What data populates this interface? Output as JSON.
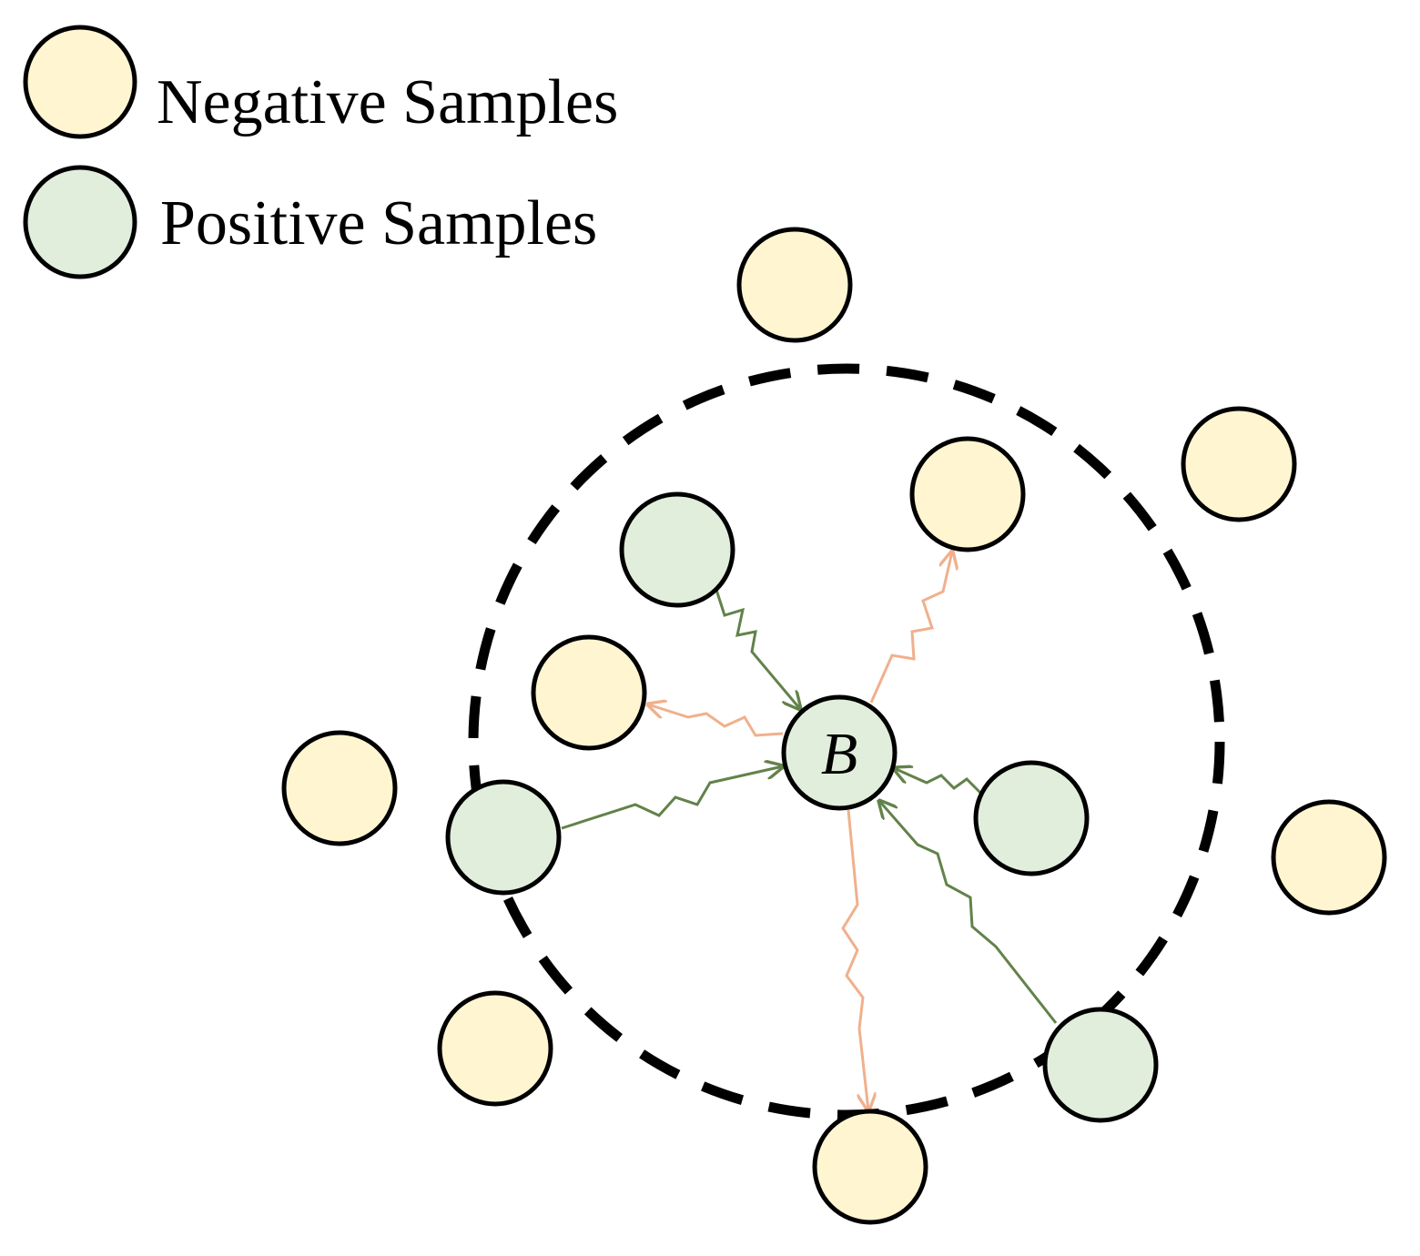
{
  "legend": {
    "negative_label": "Negative Samples",
    "positive_label": "Positive Samples"
  },
  "center_node": {
    "label": "B",
    "kind": "positive"
  },
  "colors": {
    "negative_fill": "#fff5d1",
    "positive_fill": "#e1eedb",
    "outline": "#000000",
    "positive_arrow": "#62824a",
    "negative_arrow": "#f0b08c",
    "boundary": "#000000"
  },
  "edges": [
    {
      "kind": "positive",
      "direction": "incoming"
    },
    {
      "kind": "positive",
      "direction": "incoming"
    },
    {
      "kind": "positive",
      "direction": "incoming"
    },
    {
      "kind": "positive",
      "direction": "incoming"
    },
    {
      "kind": "negative",
      "direction": "outgoing"
    },
    {
      "kind": "negative",
      "direction": "outgoing"
    },
    {
      "kind": "negative",
      "direction": "outgoing"
    }
  ]
}
